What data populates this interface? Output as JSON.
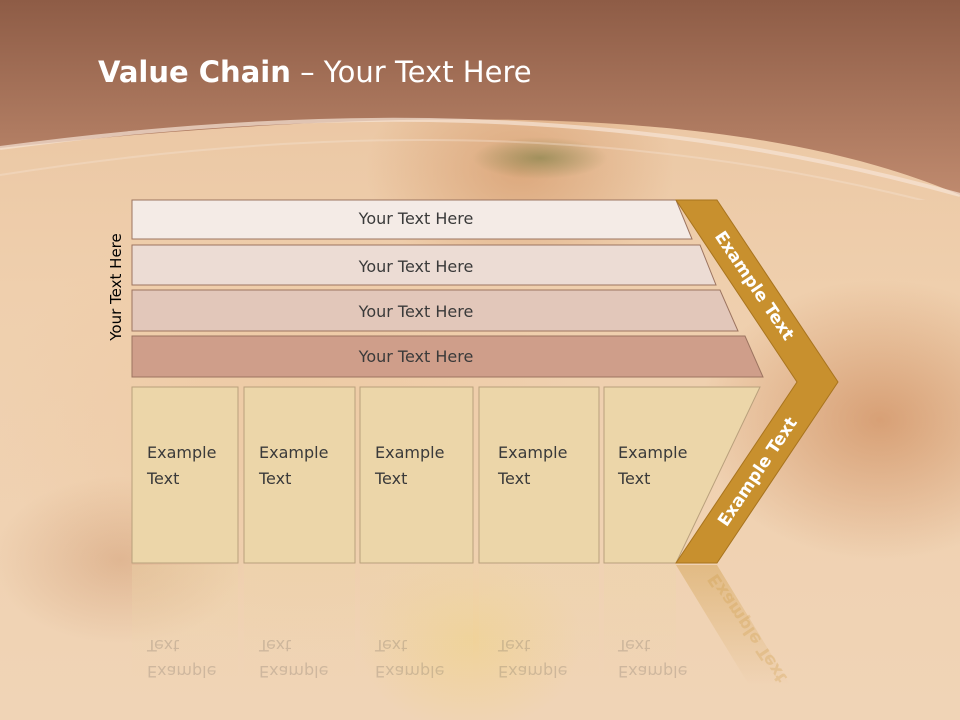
{
  "title": {
    "bold": "Value Chain",
    "rest": " – Your Text Here"
  },
  "side_label": "Your Text Here",
  "rows": [
    {
      "label": "Your Text Here"
    },
    {
      "label": "Your Text Here"
    },
    {
      "label": "Your Text Here"
    },
    {
      "label": "Your Text Here"
    }
  ],
  "columns": [
    {
      "line1": "Example",
      "line2": "Text"
    },
    {
      "line1": "Example",
      "line2": "Text"
    },
    {
      "line1": "Example",
      "line2": "Text"
    },
    {
      "line1": "Example",
      "line2": "Text"
    },
    {
      "line1": "Example",
      "line2": "Text"
    }
  ],
  "arrow": {
    "upper_label": "Example Text",
    "lower_label": "Example Text"
  },
  "colors": {
    "header": "#a86b50",
    "row1": "#f4ebe6",
    "row2": "#ecdcd4",
    "row3": "#e2c7ba",
    "row4": "#cf9e8a",
    "column_fill": "#ecd6a9",
    "arrow": "#c8902e"
  }
}
